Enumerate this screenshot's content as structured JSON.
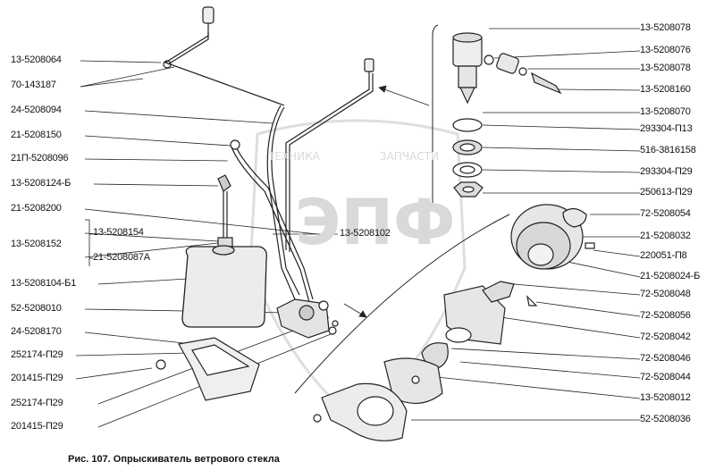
{
  "caption": "Рис. 107. Опрыскиватель ветрового стекла",
  "watermark": {
    "big": "ЭПФ",
    "small_left": "ТЕХНИКА",
    "small_right": "ЗАПЧАСТИ"
  },
  "left_labels": [
    "13-5208064",
    "70-143187",
    "24-5208094",
    "21-5208150",
    "21П-5208096",
    "13-5208124-Б",
    "21-5208200",
    "13-5208152",
    "13-5208154",
    "21-5208087А",
    "13-5208104-Б1",
    "52-5208010",
    "24-5208170",
    "252174-П29",
    "201415-П29",
    "252174-П29",
    "201415-П29"
  ],
  "center_label": "13-5208102",
  "right_labels": [
    "13-5208078",
    "13-5208076",
    "13-5208078",
    "13-5208160",
    "13-5208070",
    "293304-П13",
    "516-3816158",
    "293304-П29",
    "250613-П29",
    "72-5208054",
    "21-5208032",
    "220051-П8",
    "21-5208024-Б",
    "72-5208048",
    "72-5208056",
    "72-5208042",
    "72-5208046",
    "72-5208044",
    "13-5208012",
    "52-5208036"
  ]
}
